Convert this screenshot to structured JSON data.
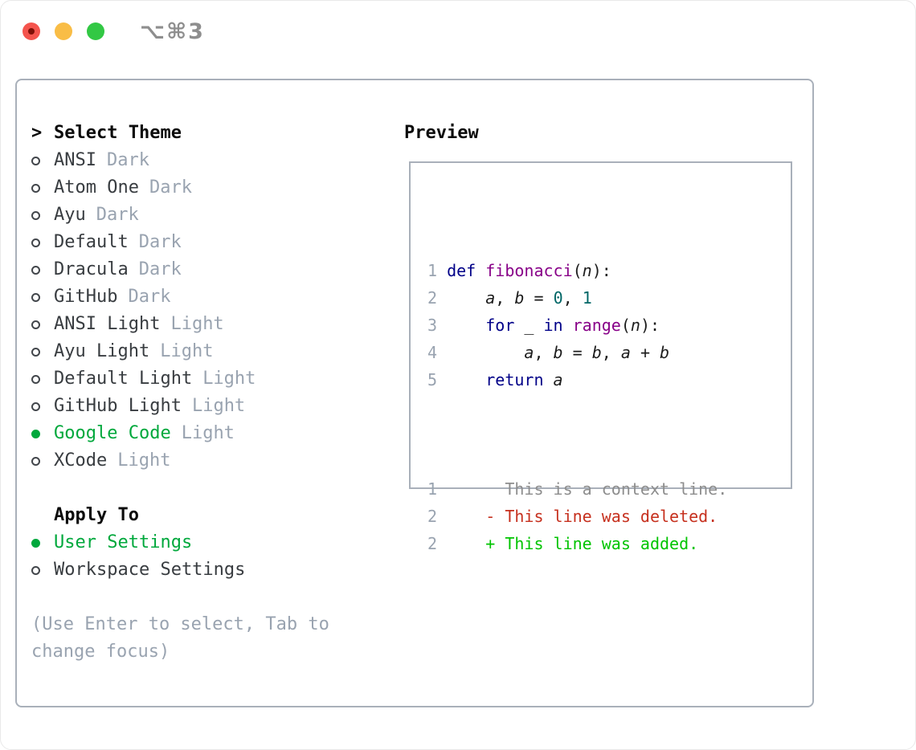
{
  "titlebar": {
    "title": "⌥⌘3"
  },
  "theme_panel": {
    "header": {
      "prompt": ">",
      "label": "Select Theme"
    },
    "items": [
      {
        "name": "ANSI",
        "variant": "Dark",
        "selected": false
      },
      {
        "name": "Atom One",
        "variant": "Dark",
        "selected": false
      },
      {
        "name": "Ayu",
        "variant": "Dark",
        "selected": false
      },
      {
        "name": "Default",
        "variant": "Dark",
        "selected": false
      },
      {
        "name": "Dracula",
        "variant": "Dark",
        "selected": false
      },
      {
        "name": "GitHub",
        "variant": "Dark",
        "selected": false
      },
      {
        "name": "ANSI Light",
        "variant": "Light",
        "selected": false
      },
      {
        "name": "Ayu Light",
        "variant": "Light",
        "selected": false
      },
      {
        "name": "Default Light",
        "variant": "Light",
        "selected": false
      },
      {
        "name": "GitHub Light",
        "variant": "Light",
        "selected": false
      },
      {
        "name": "Google Code",
        "variant": "Light",
        "selected": true
      },
      {
        "name": "XCode",
        "variant": "Light",
        "selected": false
      }
    ],
    "apply_to": {
      "header": "Apply To",
      "options": [
        {
          "label": "User Settings",
          "selected": true
        },
        {
          "label": "Workspace Settings",
          "selected": false
        }
      ]
    },
    "hint": "(Use Enter to select, Tab to change focus)"
  },
  "preview_panel": {
    "header": "Preview",
    "code_lines": [
      {
        "num": "1",
        "segments": [
          {
            "c": "kw",
            "t": "def "
          },
          {
            "c": "fn",
            "t": "fibonacci"
          },
          {
            "c": "pl",
            "t": "("
          },
          {
            "c": "var",
            "t": "n"
          },
          {
            "c": "pl",
            "t": "):"
          }
        ]
      },
      {
        "num": "2",
        "segments": [
          {
            "c": "pl",
            "t": "    "
          },
          {
            "c": "var",
            "t": "a"
          },
          {
            "c": "pl",
            "t": ", "
          },
          {
            "c": "var",
            "t": "b"
          },
          {
            "c": "pl",
            "t": " = "
          },
          {
            "c": "lit",
            "t": "0"
          },
          {
            "c": "pl",
            "t": ", "
          },
          {
            "c": "lit",
            "t": "1"
          }
        ]
      },
      {
        "num": "3",
        "segments": [
          {
            "c": "pl",
            "t": "    "
          },
          {
            "c": "kw",
            "t": "for "
          },
          {
            "c": "pl",
            "t": "_ "
          },
          {
            "c": "kw",
            "t": "in "
          },
          {
            "c": "fn",
            "t": "range"
          },
          {
            "c": "pl",
            "t": "("
          },
          {
            "c": "var",
            "t": "n"
          },
          {
            "c": "pl",
            "t": "):"
          }
        ]
      },
      {
        "num": "4",
        "segments": [
          {
            "c": "pl",
            "t": "        "
          },
          {
            "c": "var",
            "t": "a"
          },
          {
            "c": "pl",
            "t": ", "
          },
          {
            "c": "var",
            "t": "b"
          },
          {
            "c": "pl",
            "t": " = "
          },
          {
            "c": "var",
            "t": "b"
          },
          {
            "c": "pl",
            "t": ", "
          },
          {
            "c": "var",
            "t": "a"
          },
          {
            "c": "pl",
            "t": " + "
          },
          {
            "c": "var",
            "t": "b"
          }
        ]
      },
      {
        "num": "5",
        "segments": [
          {
            "c": "pl",
            "t": "    "
          },
          {
            "c": "kw",
            "t": "return "
          },
          {
            "c": "var",
            "t": "a"
          }
        ]
      }
    ],
    "diff_lines": [
      {
        "num": "1",
        "cls": "ctx",
        "text": "      This is a context line."
      },
      {
        "num": "2",
        "cls": "del",
        "text": "    - This line was deleted."
      },
      {
        "num": "2",
        "cls": "add",
        "text": "    + This line was added."
      }
    ]
  },
  "colors": {
    "accent_green": "#00a83c",
    "diff_added": "#00c400",
    "diff_deleted": "#c6301e",
    "diff_context": "#8d8d8d",
    "syntax_keyword": "#000088",
    "syntax_function": "#880088",
    "syntax_literal": "#006666",
    "muted_gray": "#99a3b0",
    "border_gray": "#a9b0ba",
    "traffic_red": "#f4544d",
    "traffic_yellow": "#f9bd46",
    "traffic_green": "#32c844"
  }
}
